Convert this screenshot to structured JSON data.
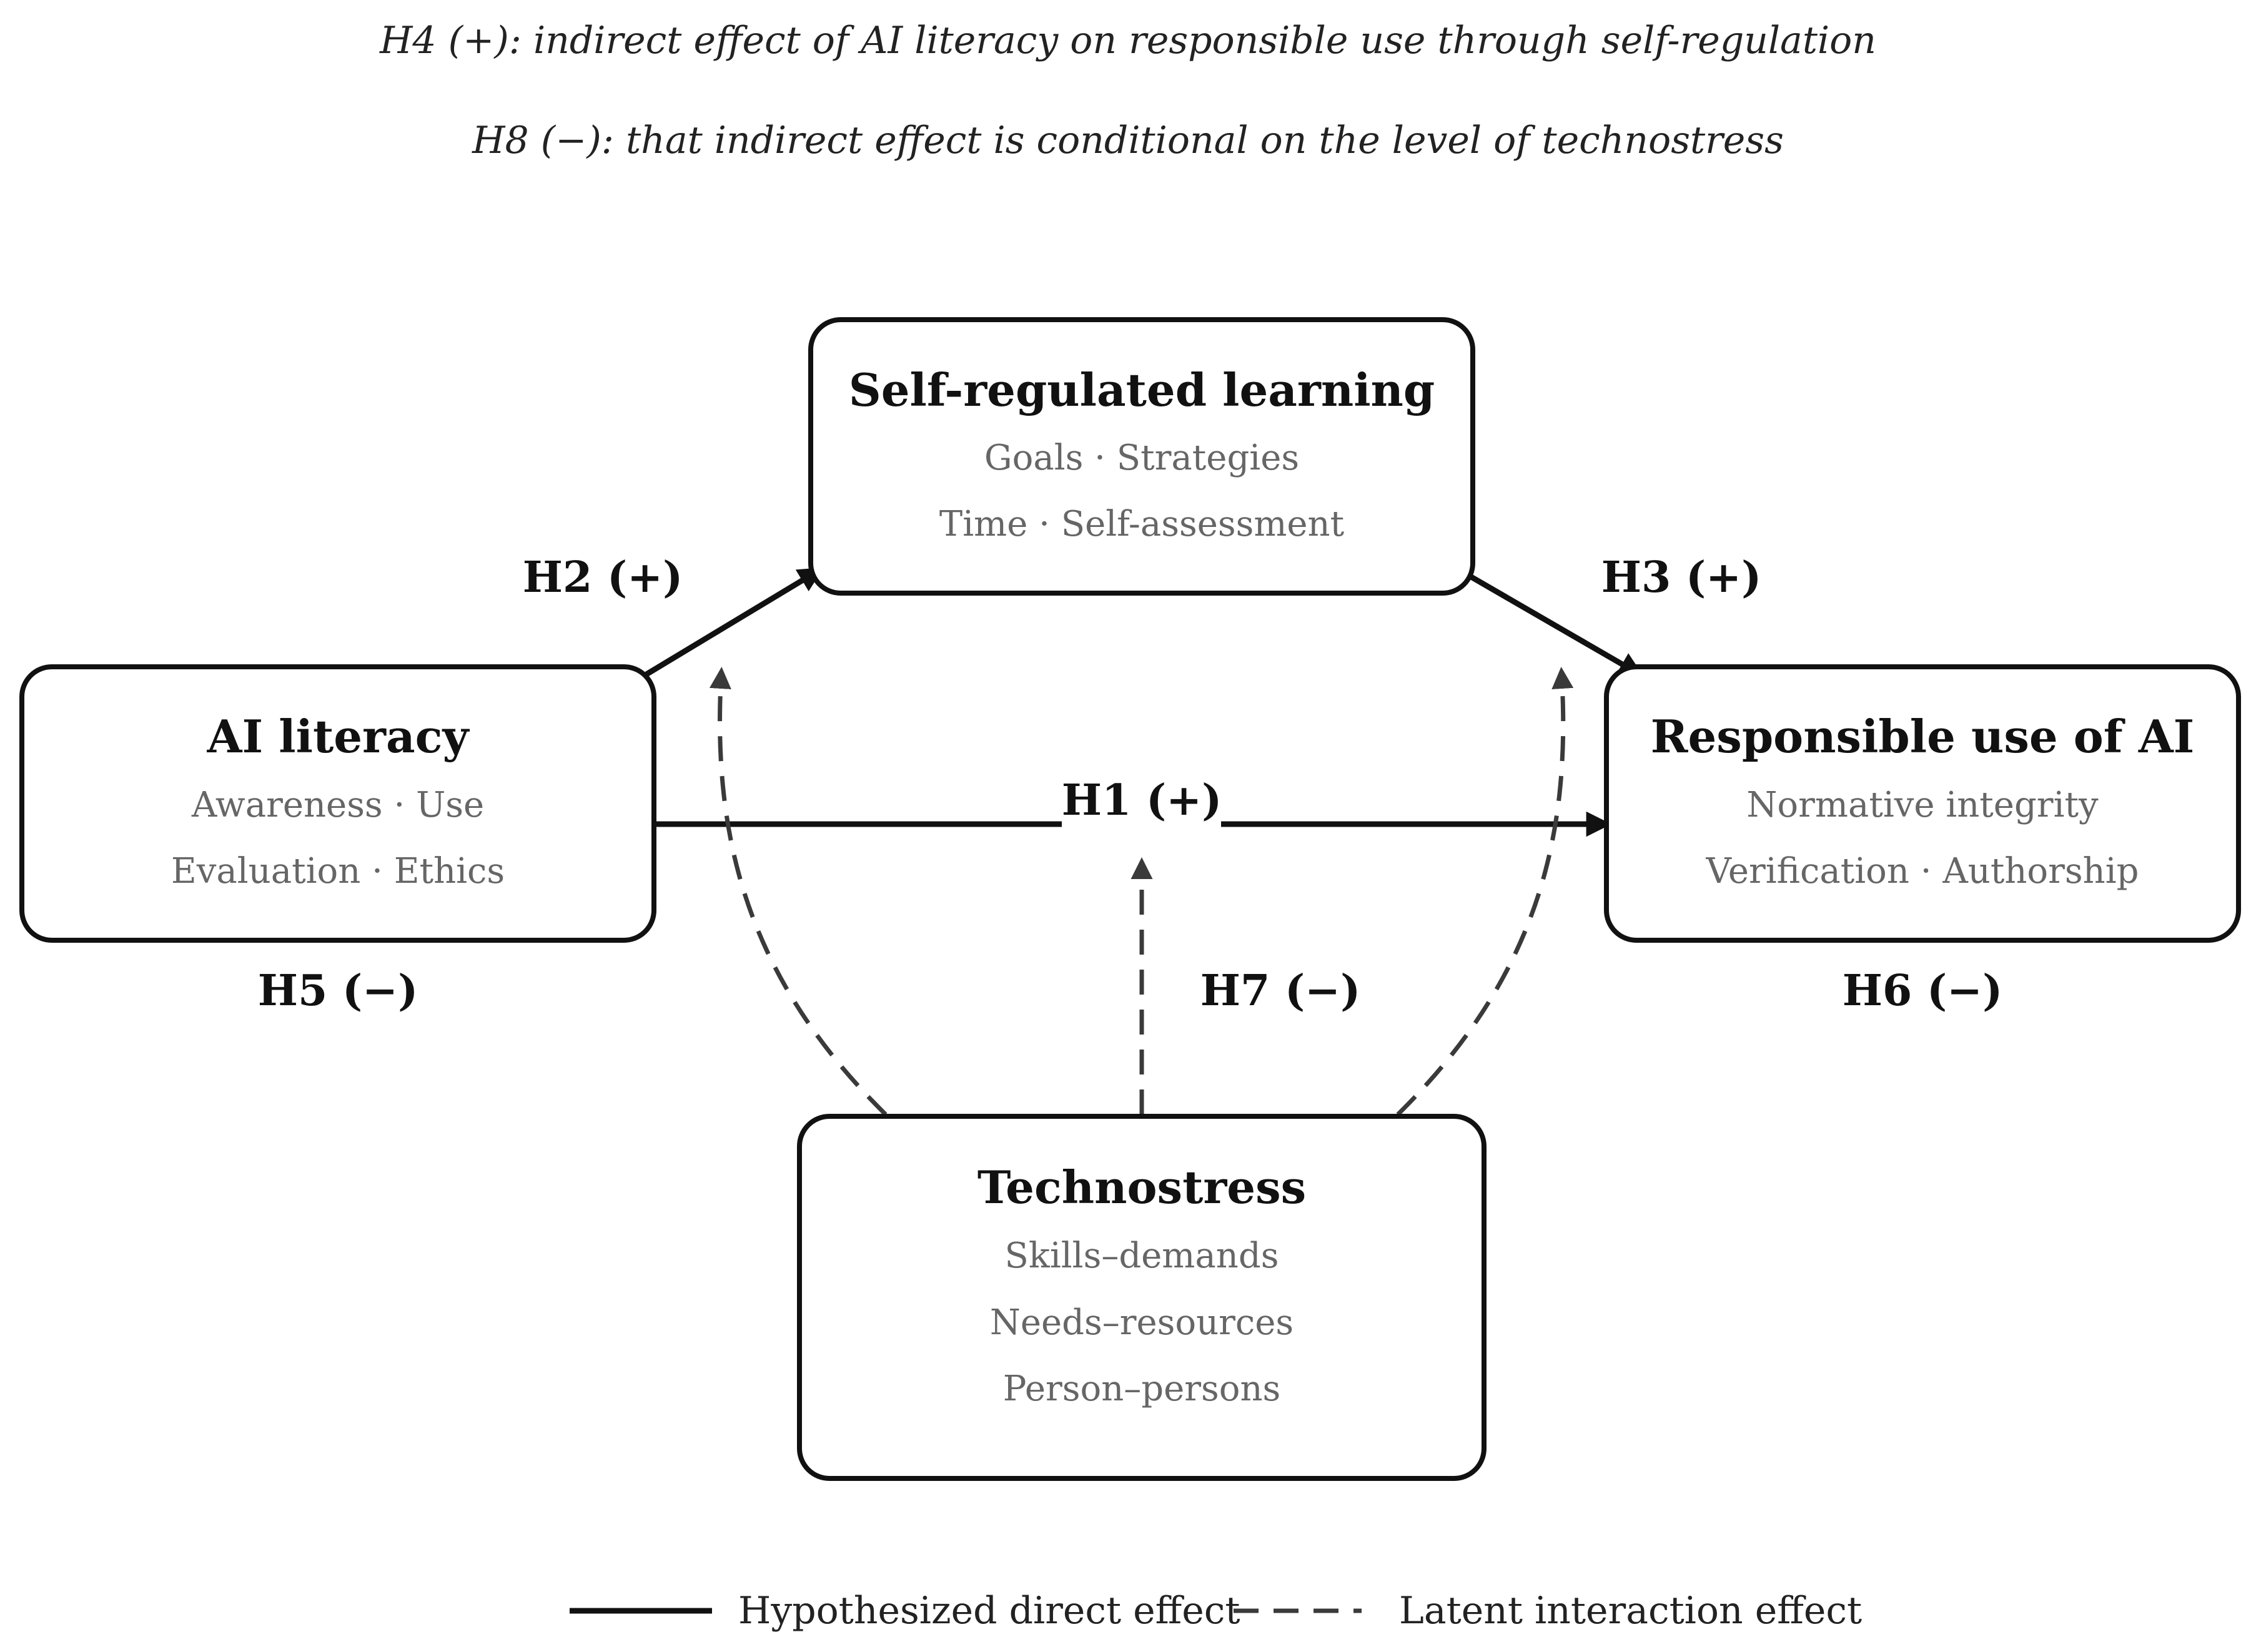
{
  "hypotheses_header": {
    "h4": "H4 (+): indirect effect of AI literacy on responsible use through self-regulation",
    "h8": "H8 (−): that indirect effect is conditional on the level of technostress"
  },
  "constructs": {
    "srl": {
      "title": "Self-regulated learning",
      "lines": [
        "Goals · Strategies",
        "Time · Self-assessment"
      ]
    },
    "ai_literacy": {
      "title": "AI literacy",
      "lines": [
        "Awareness · Use",
        "Evaluation · Ethics"
      ]
    },
    "responsible": {
      "title": "Responsible use of AI",
      "lines": [
        "Normative integrity",
        "Verification · Authorship"
      ]
    },
    "technostress": {
      "title": "Technostress",
      "lines": [
        "Skills–demands",
        "Needs–resources",
        "Person–persons"
      ]
    }
  },
  "paths": {
    "h1": "H1 (+)",
    "h2": "H2 (+)",
    "h3": "H3 (+)",
    "h5": "H5 (−)",
    "h6": "H6 (−)",
    "h7": "H7 (−)"
  },
  "legend": {
    "direct": "Hypothesized direct effect",
    "interaction": "Latent interaction effect"
  }
}
